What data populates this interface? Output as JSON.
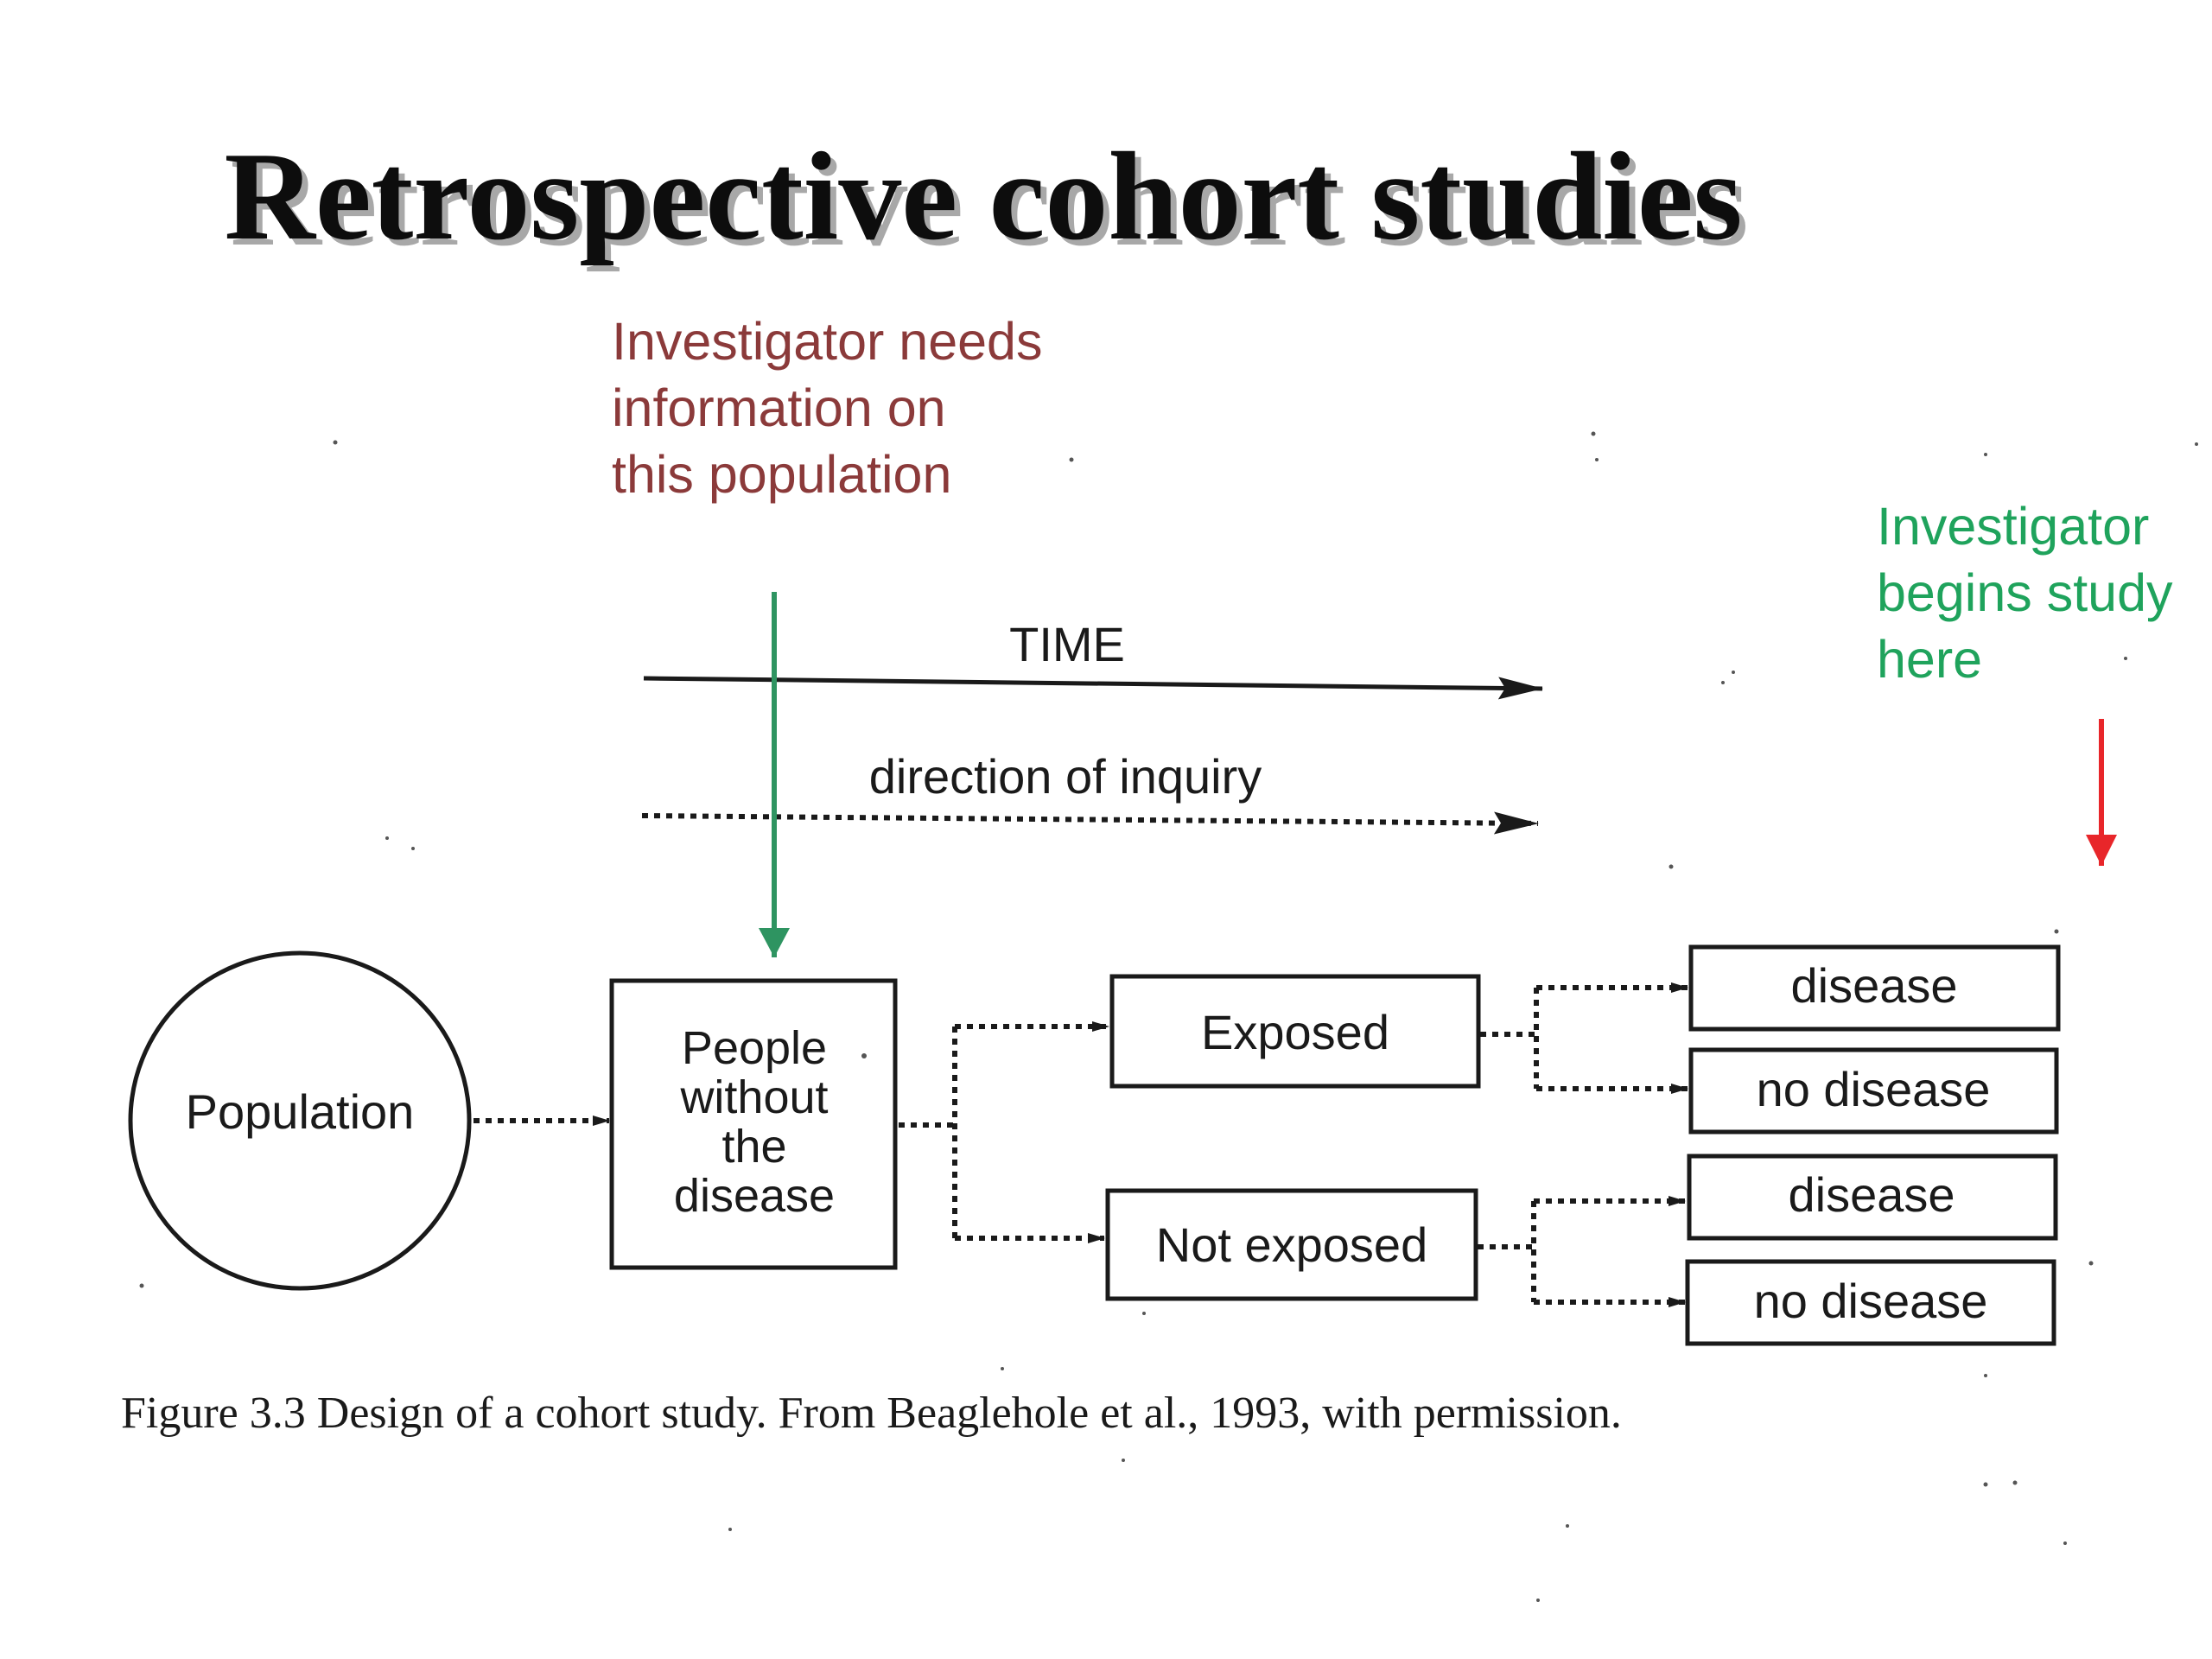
{
  "title": "Retrospective cohort studies",
  "notes": {
    "investigator_needs": {
      "lines": [
        "Investigator needs",
        "information on",
        "this population"
      ],
      "color": "#8b3a3a"
    },
    "investigator_begins": {
      "lines": [
        "Investigator",
        "begins study",
        "here"
      ],
      "color": "#1fa35c"
    }
  },
  "arrows": {
    "green_arrow_color": "#2e9461",
    "red_arrow_color": "#e8262a"
  },
  "diagram": {
    "time_label": "TIME",
    "inquiry_label": "direction of inquiry",
    "population": "Population",
    "people_box_lines": [
      "People",
      "without",
      "the",
      "disease"
    ],
    "exposed": "Exposed",
    "not_exposed": "Not exposed",
    "outcomes": [
      "disease",
      "no disease",
      "disease",
      "no disease"
    ]
  },
  "caption": "Figure 3.3  Design of a cohort study. From Beaglehole et al., 1993, with permission."
}
